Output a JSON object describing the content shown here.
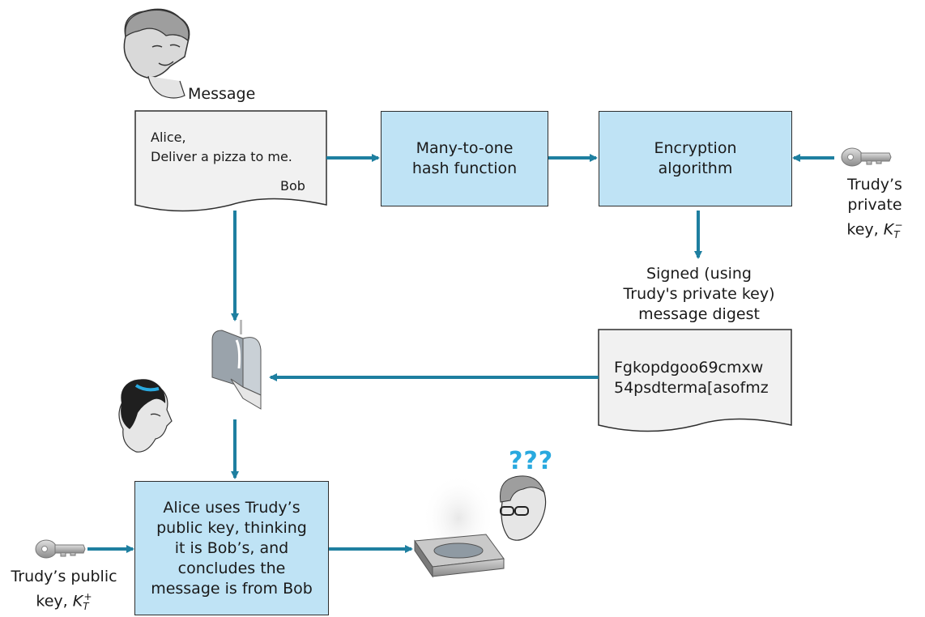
{
  "message_label": "Message",
  "message_doc": {
    "greeting": "Alice,",
    "body": "Deliver a pizza to me.",
    "signature": "Bob"
  },
  "hash_box": "Many-to-one\nhash function",
  "encrypt_box": "Encryption\nalgorithm",
  "trudy_private_key": {
    "line1": "Trudy’s private",
    "line2": "key, ",
    "symbol": "K",
    "sub": "T",
    "sup": "−"
  },
  "signed_label": "Signed (using\nTrudy's private key)\nmessage digest",
  "digest_doc": {
    "line1": "Fgkopdgoo69cmxw",
    "line2": "54psdterma[asofmz"
  },
  "alice_box": "Alice uses Trudy’s\npublic key, thinking\nit is Bob’s, and\nconcludes the\nmessage is from Bob",
  "trudy_public_key": {
    "line1": "Trudy’s public",
    "line2": "key, ",
    "symbol": "K",
    "sub": "T",
    "sup": "+"
  },
  "confusion_text": "???",
  "colors": {
    "arrow": "#1e7fa0",
    "box_fill": "#bfe3f5",
    "doc_fill": "#f1f1f1",
    "question": "#29a9df"
  }
}
